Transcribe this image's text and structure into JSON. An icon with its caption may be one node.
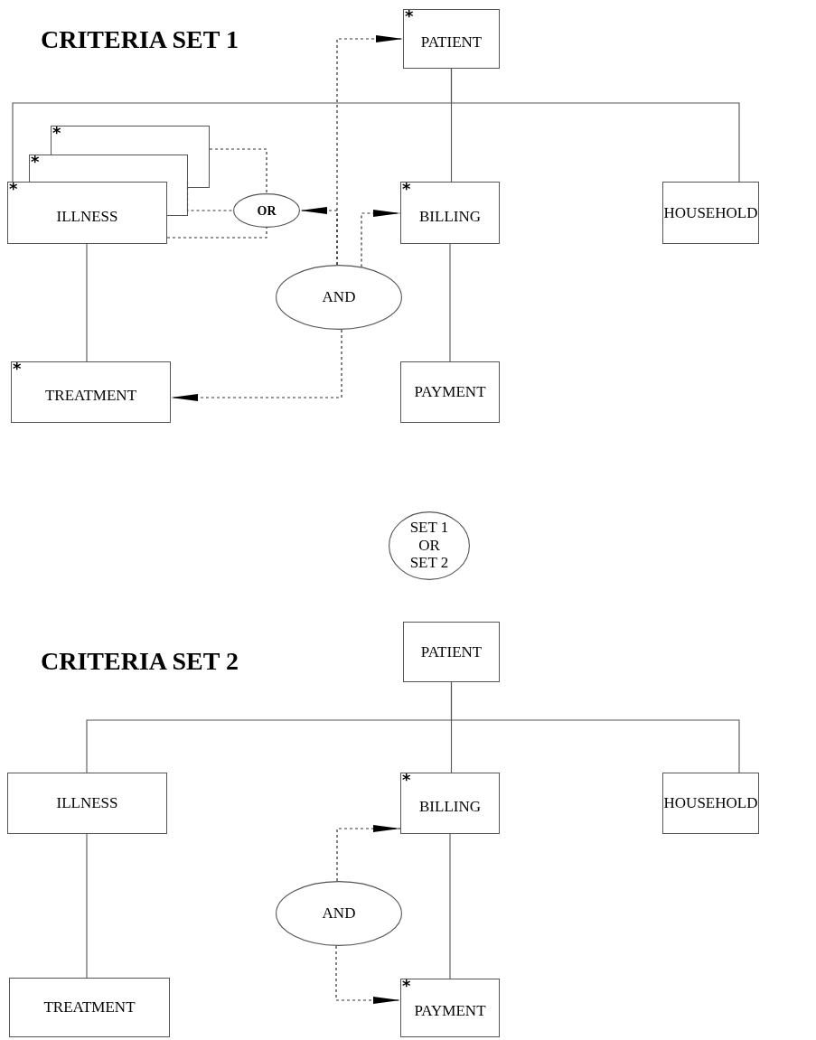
{
  "diagram": {
    "nodes": [
      {
        "text": [
          "*",
          "PATIENT"
        ]
      },
      {
        "text": [
          "*"
        ]
      },
      {
        "text": [
          "*"
        ]
      },
      {
        "text": [
          "*",
          "ILLNESS"
        ]
      },
      {
        "text": [
          "OR"
        ]
      },
      {
        "text": [
          "*",
          "BILLING"
        ]
      },
      {
        "text": [
          "HOUSEHOLD"
        ]
      },
      {
        "text": [
          "AND"
        ]
      },
      {
        "text": [
          "*",
          "TREATMENT"
        ]
      },
      {
        "text": [
          "PAYMENT"
        ]
      },
      {
        "text": [
          "SET 1 OR SET 2"
        ]
      },
      {
        "text": [
          "PATIENT"
        ]
      },
      {
        "text": [
          "ILLNESS"
        ]
      },
      {
        "text": [
          "*",
          "BILLING"
        ]
      },
      {
        "text": [
          "HOUSEHOLD"
        ]
      },
      {
        "text": [
          "AND"
        ]
      },
      {
        "text": [
          "TREATMENT"
        ]
      },
      {
        "text": [
          "*",
          "PAYMENT"
        ]
      }
    ],
    "edges": [
      {
        "from": 0,
        "to": 3,
        "arrow": "none"
      },
      {
        "from": 0,
        "to": 5,
        "arrow": "none"
      },
      {
        "from": 0,
        "to": 6,
        "arrow": "none"
      },
      {
        "from": 3,
        "to": 8,
        "arrow": "none"
      },
      {
        "from": 5,
        "to": 9,
        "arrow": "none"
      },
      {
        "from": 1,
        "to": 4,
        "arrow": "none",
        "style": "dashed"
      },
      {
        "from": 2,
        "to": 4,
        "arrow": "none",
        "style": "dashed"
      },
      {
        "from": 3,
        "to": 4,
        "arrow": "none",
        "style": "dashed"
      },
      {
        "from": 7,
        "to": 4,
        "arrow": "to",
        "style": "dashed"
      },
      {
        "from": 7,
        "to": 0,
        "arrow": "to",
        "style": "dashed"
      },
      {
        "from": 7,
        "to": 5,
        "arrow": "to",
        "style": "dashed"
      },
      {
        "from": 7,
        "to": 8,
        "arrow": "to",
        "style": "dashed"
      },
      {
        "from": 11,
        "to": 12,
        "arrow": "none"
      },
      {
        "from": 11,
        "to": 13,
        "arrow": "none"
      },
      {
        "from": 11,
        "to": 14,
        "arrow": "none"
      },
      {
        "from": 12,
        "to": 16,
        "arrow": "none"
      },
      {
        "from": 13,
        "to": 17,
        "arrow": "none"
      },
      {
        "from": 15,
        "to": 13,
        "arrow": "to",
        "style": "dashed"
      },
      {
        "from": 15,
        "to": 17,
        "arrow": "to",
        "style": "dashed"
      }
    ],
    "labels": [
      "CRITERIA SET 1",
      "CRITERIA SET 2"
    ]
  }
}
